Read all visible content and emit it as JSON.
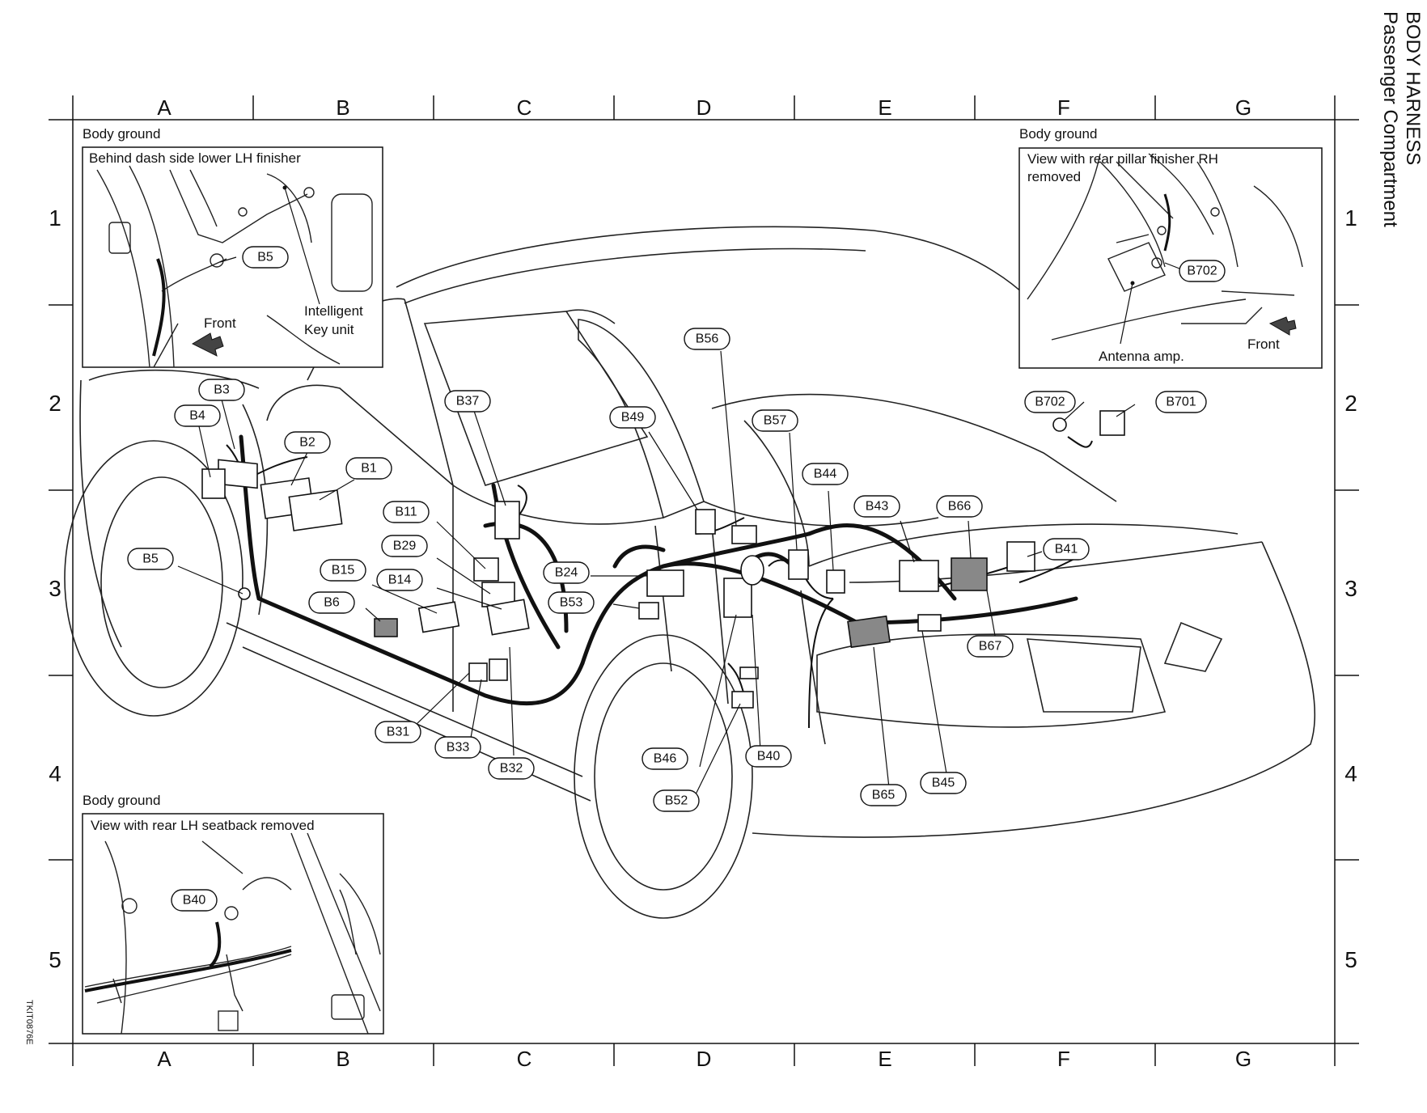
{
  "title": {
    "line1": "BODY HARNESS",
    "line2": "Passenger Compartment"
  },
  "drawing_code": "TKIT0876E",
  "grid": {
    "columns": [
      "A",
      "B",
      "C",
      "D",
      "E",
      "F",
      "G"
    ],
    "rows": [
      "1",
      "2",
      "3",
      "4",
      "5"
    ]
  },
  "insets": {
    "top_left": {
      "label": "Body ground",
      "caption": "Behind dash side lower LH finisher",
      "callout": "B5",
      "unit_label_1": "Intelligent",
      "unit_label_2": "Key unit",
      "front_label": "Front"
    },
    "top_right": {
      "label": "Body ground",
      "caption_1": "View with rear pillar finisher RH",
      "caption_2": "removed",
      "callout": "B702",
      "amp_label": "Antenna amp.",
      "front_label": "Front"
    },
    "bottom_left": {
      "label": "Body ground",
      "caption": "View with rear LH seatback removed",
      "callout": "B40"
    }
  },
  "connectors": {
    "B1": "B1",
    "B2": "B2",
    "B3": "B3",
    "B4": "B4",
    "B5": "B5",
    "B6": "B6",
    "B11": "B11",
    "B14": "B14",
    "B15": "B15",
    "B24": "B24",
    "B29": "B29",
    "B31": "B31",
    "B32": "B32",
    "B33": "B33",
    "B37": "B37",
    "B40": "B40",
    "B41": "B41",
    "B43": "B43",
    "B44": "B44",
    "B45": "B45",
    "B46": "B46",
    "B49": "B49",
    "B52": "B52",
    "B53": "B53",
    "B56": "B56",
    "B57": "B57",
    "B65": "B65",
    "B66": "B66",
    "B67": "B67",
    "B701": "B701",
    "B702": "B702"
  }
}
